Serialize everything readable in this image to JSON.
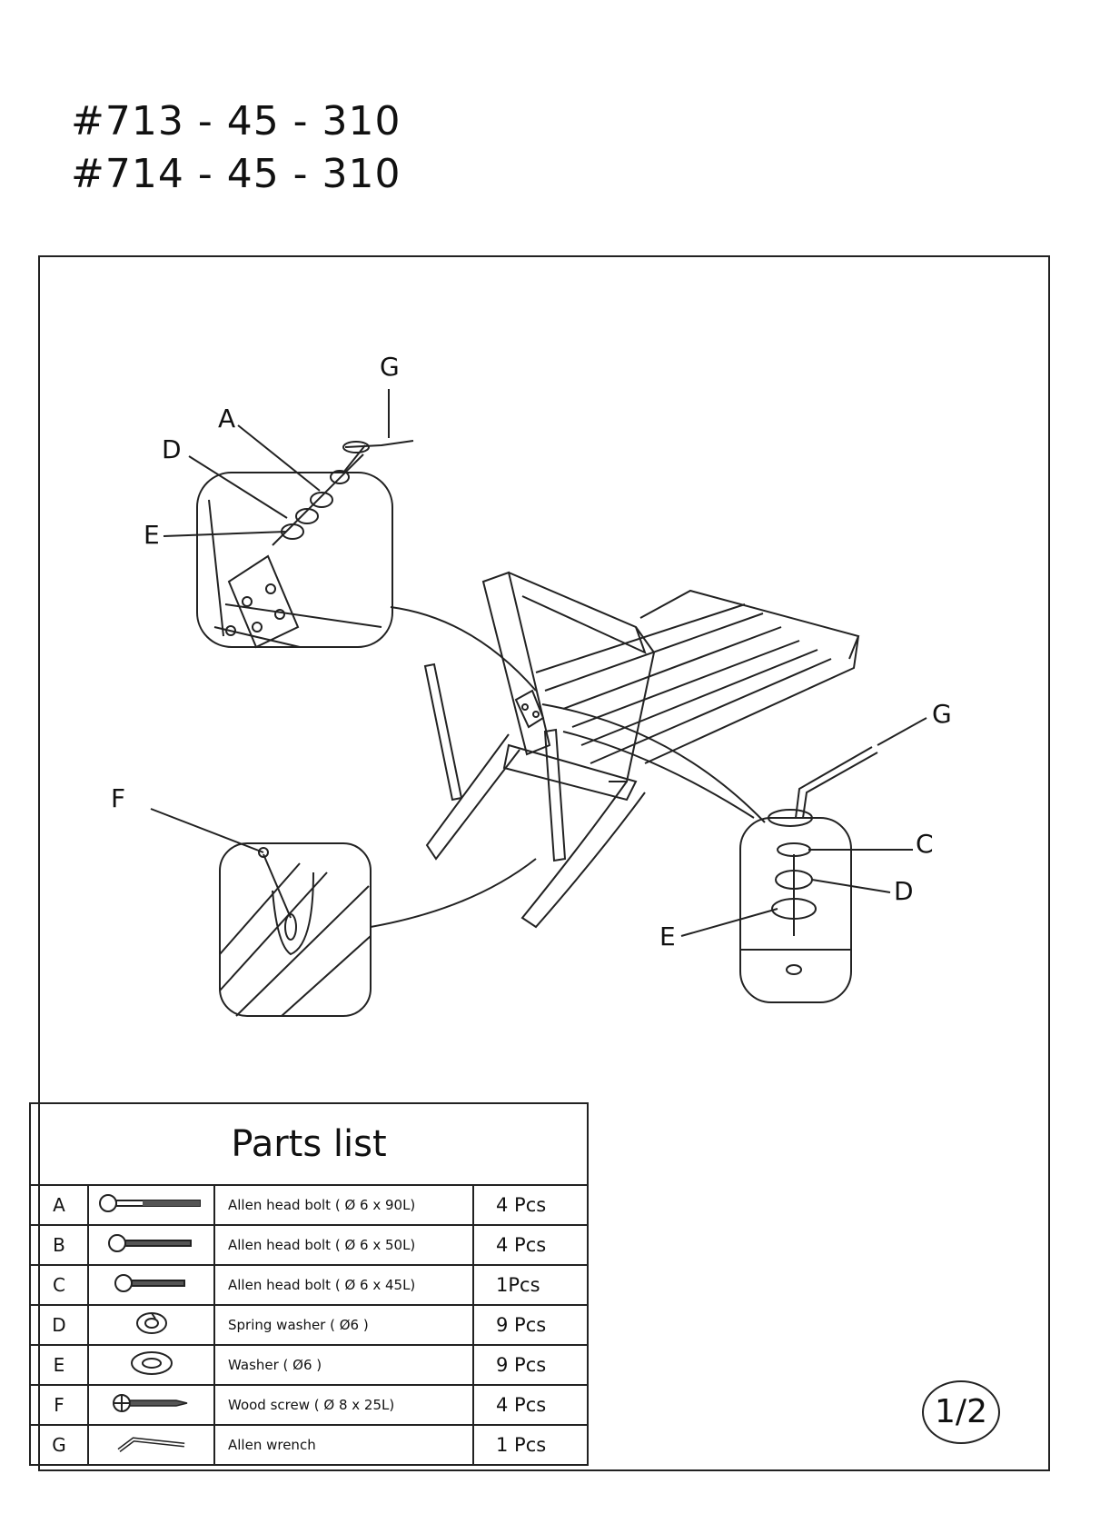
{
  "header": {
    "model_numbers": [
      "#713 - 45 - 310",
      "#714 - 45 - 310"
    ]
  },
  "diagram": {
    "callout_labels": [
      "G",
      "A",
      "D",
      "E",
      "F",
      "G",
      "C",
      "D",
      "E"
    ]
  },
  "parts_list": {
    "title": "Parts list",
    "rows": [
      {
        "letter": "A",
        "icon": "allen-head-bolt-long-icon",
        "description": "Allen head bolt ( Ø 6 x 90L)",
        "quantity": "4 Pcs"
      },
      {
        "letter": "B",
        "icon": "allen-head-bolt-medium-icon",
        "description": "Allen head bolt ( Ø 6 x 50L)",
        "quantity": "4 Pcs"
      },
      {
        "letter": "C",
        "icon": "allen-head-bolt-short-icon",
        "description": "Allen head bolt ( Ø 6 x 45L)",
        "quantity": "1Pcs"
      },
      {
        "letter": "D",
        "icon": "spring-washer-icon",
        "description": "Spring washer ( Ø6 )",
        "quantity": "9 Pcs"
      },
      {
        "letter": "E",
        "icon": "washer-icon",
        "description": "Washer ( Ø6 )",
        "quantity": "9 Pcs"
      },
      {
        "letter": "F",
        "icon": "wood-screw-icon",
        "description": "Wood screw ( Ø 8 x 25L)",
        "quantity": "4 Pcs"
      },
      {
        "letter": "G",
        "icon": "allen-wrench-icon",
        "description": "Allen wrench",
        "quantity": "1 Pcs"
      }
    ]
  },
  "page_number": "1/2"
}
